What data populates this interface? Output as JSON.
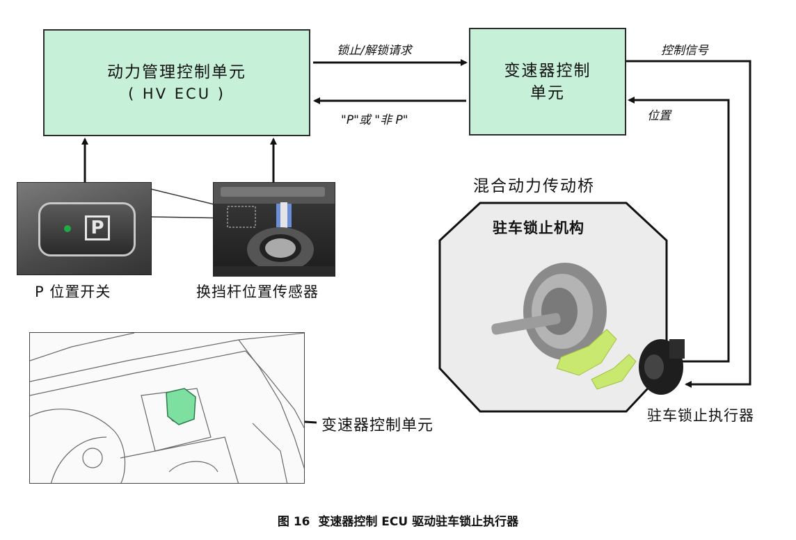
{
  "hv_ecu": {
    "line1": "动力管理控制单元",
    "line2": "( HV ECU )"
  },
  "trans_ecu": {
    "line1": "变速器控制",
    "line2": "单元"
  },
  "signals": {
    "lock_request": "锁止/解锁请求",
    "p_or_not_p": "\"P\"或 \"非 P\"",
    "control_signal": "控制信号",
    "position": "位置"
  },
  "p_switch": {
    "label": "P 位置开关",
    "button_glyph": "P"
  },
  "shift_sensor": {
    "label": "换挡杆位置传感器"
  },
  "hybrid": {
    "title": "混合动力传动桥",
    "mechanism_label": "驻车锁止机构"
  },
  "actuator": {
    "label": "驻车锁止执行器"
  },
  "dashboard": {
    "callout": "变速器控制单元"
  },
  "caption": "图 16  变速器控制 ECU 驱动驻车锁止执行器",
  "colors": {
    "box_fill": "#c6f0d8",
    "part_green": "#c8e870",
    "led_green": "#22aa44"
  }
}
